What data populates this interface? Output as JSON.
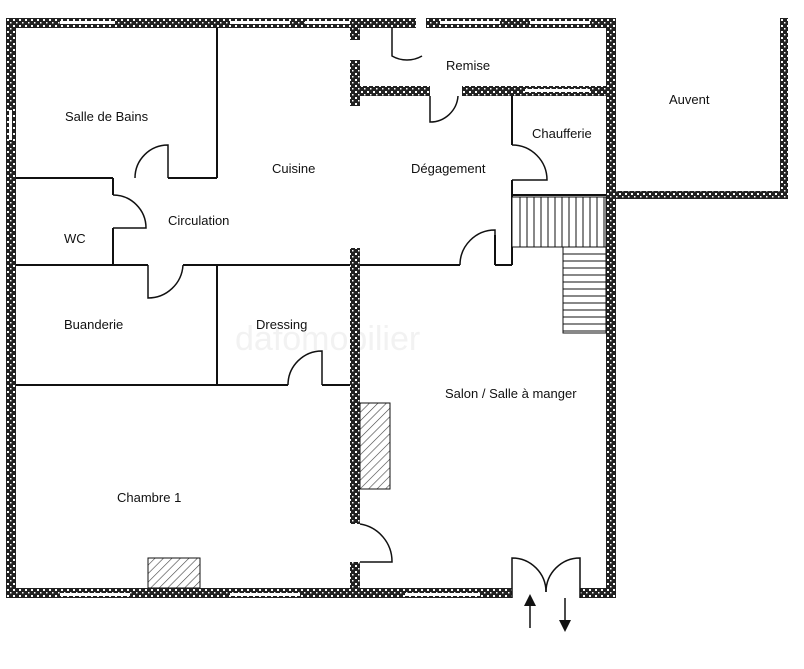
{
  "watermark": "dafomobilier",
  "rooms": {
    "salle_de_bains": "Salle de Bains",
    "wc": "WC",
    "circulation": "Circulation",
    "cuisine": "Cuisine",
    "degagement": "Dégagement",
    "remise": "Remise",
    "chaufferie": "Chaufferie",
    "auvent": "Auvent",
    "buanderie": "Buanderie",
    "dressing": "Dressing",
    "salon": "Salon / Salle à manger",
    "chambre1": "Chambre 1"
  },
  "colors": {
    "wall": "#222222",
    "wall_hatch": "#ffffff",
    "line": "#111111",
    "window": "#ffffff",
    "fixture": "#444444"
  }
}
